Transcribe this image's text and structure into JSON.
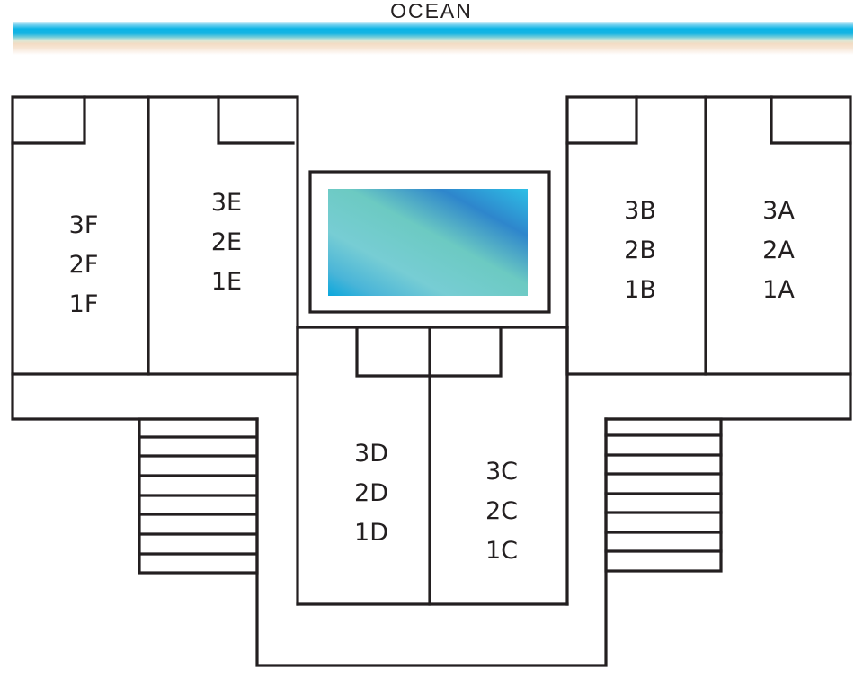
{
  "header": {
    "ocean_label": "OCEAN"
  },
  "colors": {
    "wall": "#231f20",
    "ocean_blue": "#0ab4e6",
    "sand": "#f3dcc4",
    "pool_teal": "#73cbc6",
    "pool_blue": "#2f88cc"
  },
  "units": {
    "F": {
      "floor3": "3F",
      "floor2": "2F",
      "floor1": "1F"
    },
    "E": {
      "floor3": "3E",
      "floor2": "2E",
      "floor1": "1E"
    },
    "B": {
      "floor3": "3B",
      "floor2": "2B",
      "floor1": "1B"
    },
    "A": {
      "floor3": "3A",
      "floor2": "2A",
      "floor1": "1A"
    },
    "D": {
      "floor3": "3D",
      "floor2": "2D",
      "floor1": "1D"
    },
    "C": {
      "floor3": "3C",
      "floor2": "2C",
      "floor1": "1C"
    }
  },
  "features": {
    "pool": "pool-icon",
    "stairs_left": "stairs-icon",
    "stairs_right": "stairs-icon"
  }
}
